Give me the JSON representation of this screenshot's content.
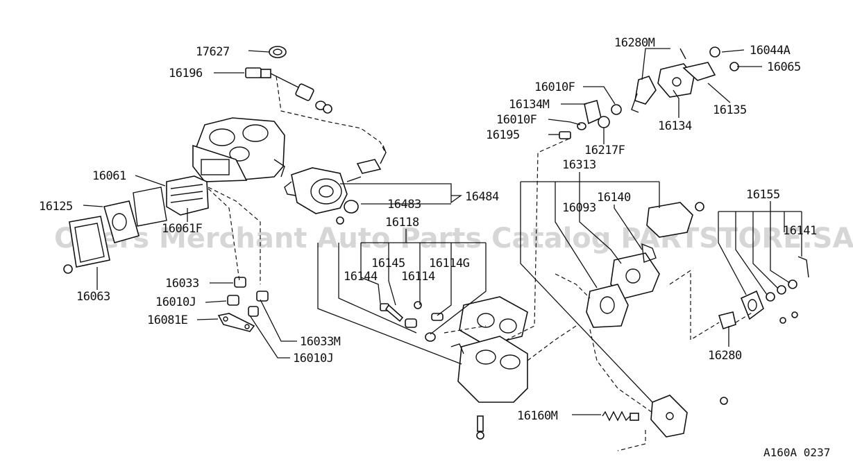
{
  "watermark": "Offers Merchant Auto Parts Catalog PARTSTORE.SA",
  "reference_code": "A160A 0237",
  "callouts": {
    "c17627": "17627",
    "c16196": "16196",
    "c16061": "16061",
    "c16061F": "16061F",
    "c16125": "16125",
    "c16063": "16063",
    "c16033": "16033",
    "c16010J_a": "16010J",
    "c16081E": "16081E",
    "c16033M": "16033M",
    "c16010J_b": "16010J",
    "c16484": "16484",
    "c16483": "16483",
    "c16118": "16118",
    "c16145": "16145",
    "c16114G": "16114G",
    "c16144": "16144",
    "c16114": "16114",
    "c16280M": "16280M",
    "c16044A": "16044A",
    "c16065": "16065",
    "c16010F_a": "16010F",
    "c16134M": "16134M",
    "c16010F_b": "16010F",
    "c16195": "16195",
    "c16217F": "16217F",
    "c16134": "16134",
    "c16135": "16135",
    "c16313": "16313",
    "c16140": "16140",
    "c16093": "16093",
    "c16155": "16155",
    "c16141": "16141",
    "c16280": "16280",
    "c16160M": "16160M"
  }
}
